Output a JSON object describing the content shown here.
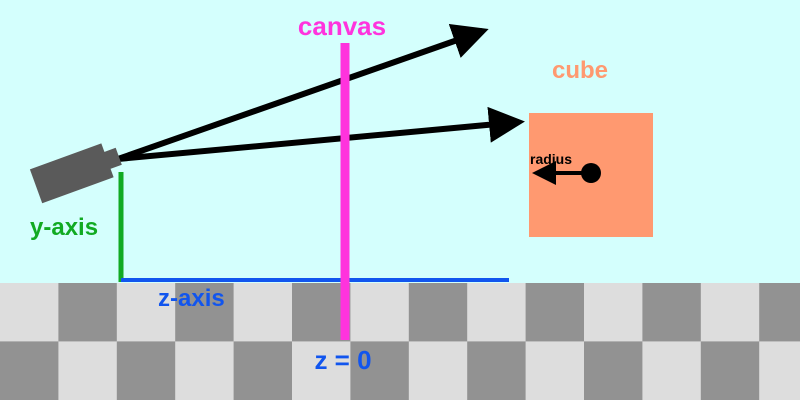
{
  "labels": {
    "canvas": "canvas",
    "cube": "cube",
    "radius": "radius",
    "y_axis": "y-axis",
    "z_axis": "z-axis",
    "z_zero": "z = 0"
  },
  "colors": {
    "sky": "#d4fffd",
    "canvas": "#ff33dd",
    "cube": "#ff9970",
    "y_axis": "#11aa22",
    "z_axis": "#1155ee",
    "camera": "#555555",
    "ray": "#000000",
    "floor_light": "#dddddd",
    "floor_dark": "#929292"
  }
}
